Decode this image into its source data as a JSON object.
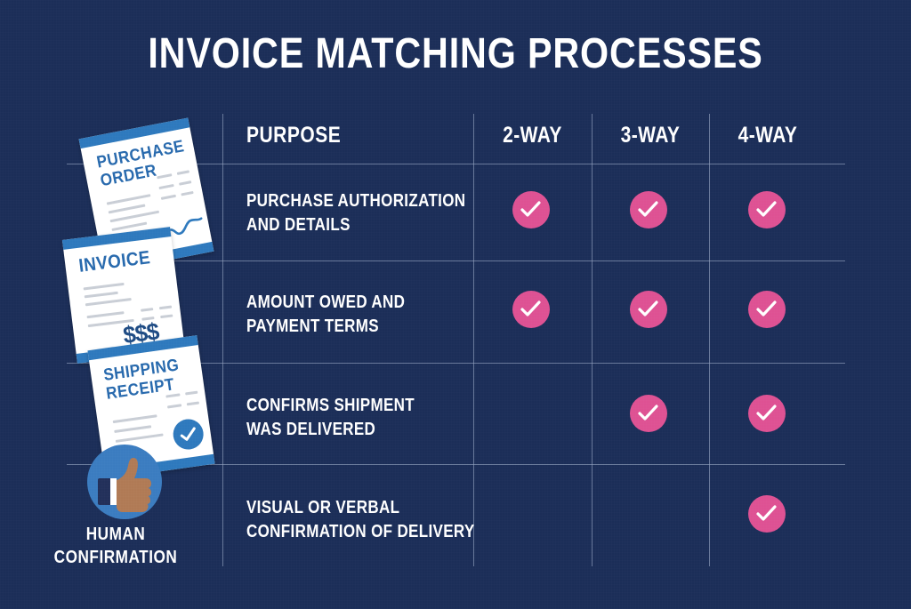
{
  "title": "INVOICE MATCHING PROCESSES",
  "colors": {
    "background": "#1b2e58",
    "accent_pink": "#de5193",
    "doc_blue": "#2e79bd",
    "grid_line": "#97a6c4",
    "text": "#ffffff"
  },
  "table": {
    "headers": {
      "purpose": "PURPOSE",
      "col2": "2-WAY",
      "col3": "3-WAY",
      "col4": "4-WAY"
    },
    "rows": [
      {
        "purpose_line1": "PURCHASE AUTHORIZATION",
        "purpose_line2": "AND DETAILS",
        "two_way": true,
        "three_way": true,
        "four_way": true
      },
      {
        "purpose_line1": "AMOUNT OWED AND",
        "purpose_line2": "PAYMENT TERMS",
        "two_way": true,
        "three_way": true,
        "four_way": true
      },
      {
        "purpose_line1": "CONFIRMS SHIPMENT",
        "purpose_line2": "WAS DELIVERED",
        "two_way": false,
        "three_way": true,
        "four_way": true
      },
      {
        "purpose_line1": "VISUAL OR VERBAL",
        "purpose_line2": "CONFIRMATION OF DELIVERY",
        "two_way": false,
        "three_way": false,
        "four_way": true
      }
    ]
  },
  "documents": [
    {
      "name": "purchase-order",
      "title_line1": "PURCHASE",
      "title_line2": "ORDER"
    },
    {
      "name": "invoice",
      "title_line1": "INVOICE",
      "amount_symbol": "$$$"
    },
    {
      "name": "shipping-receipt",
      "title_line1": "SHIPPING",
      "title_line2": "RECEIPT"
    }
  ],
  "human": {
    "label_line1": "HUMAN",
    "label_line2": "CONFIRMATION",
    "icon": "thumbs-up-icon"
  }
}
